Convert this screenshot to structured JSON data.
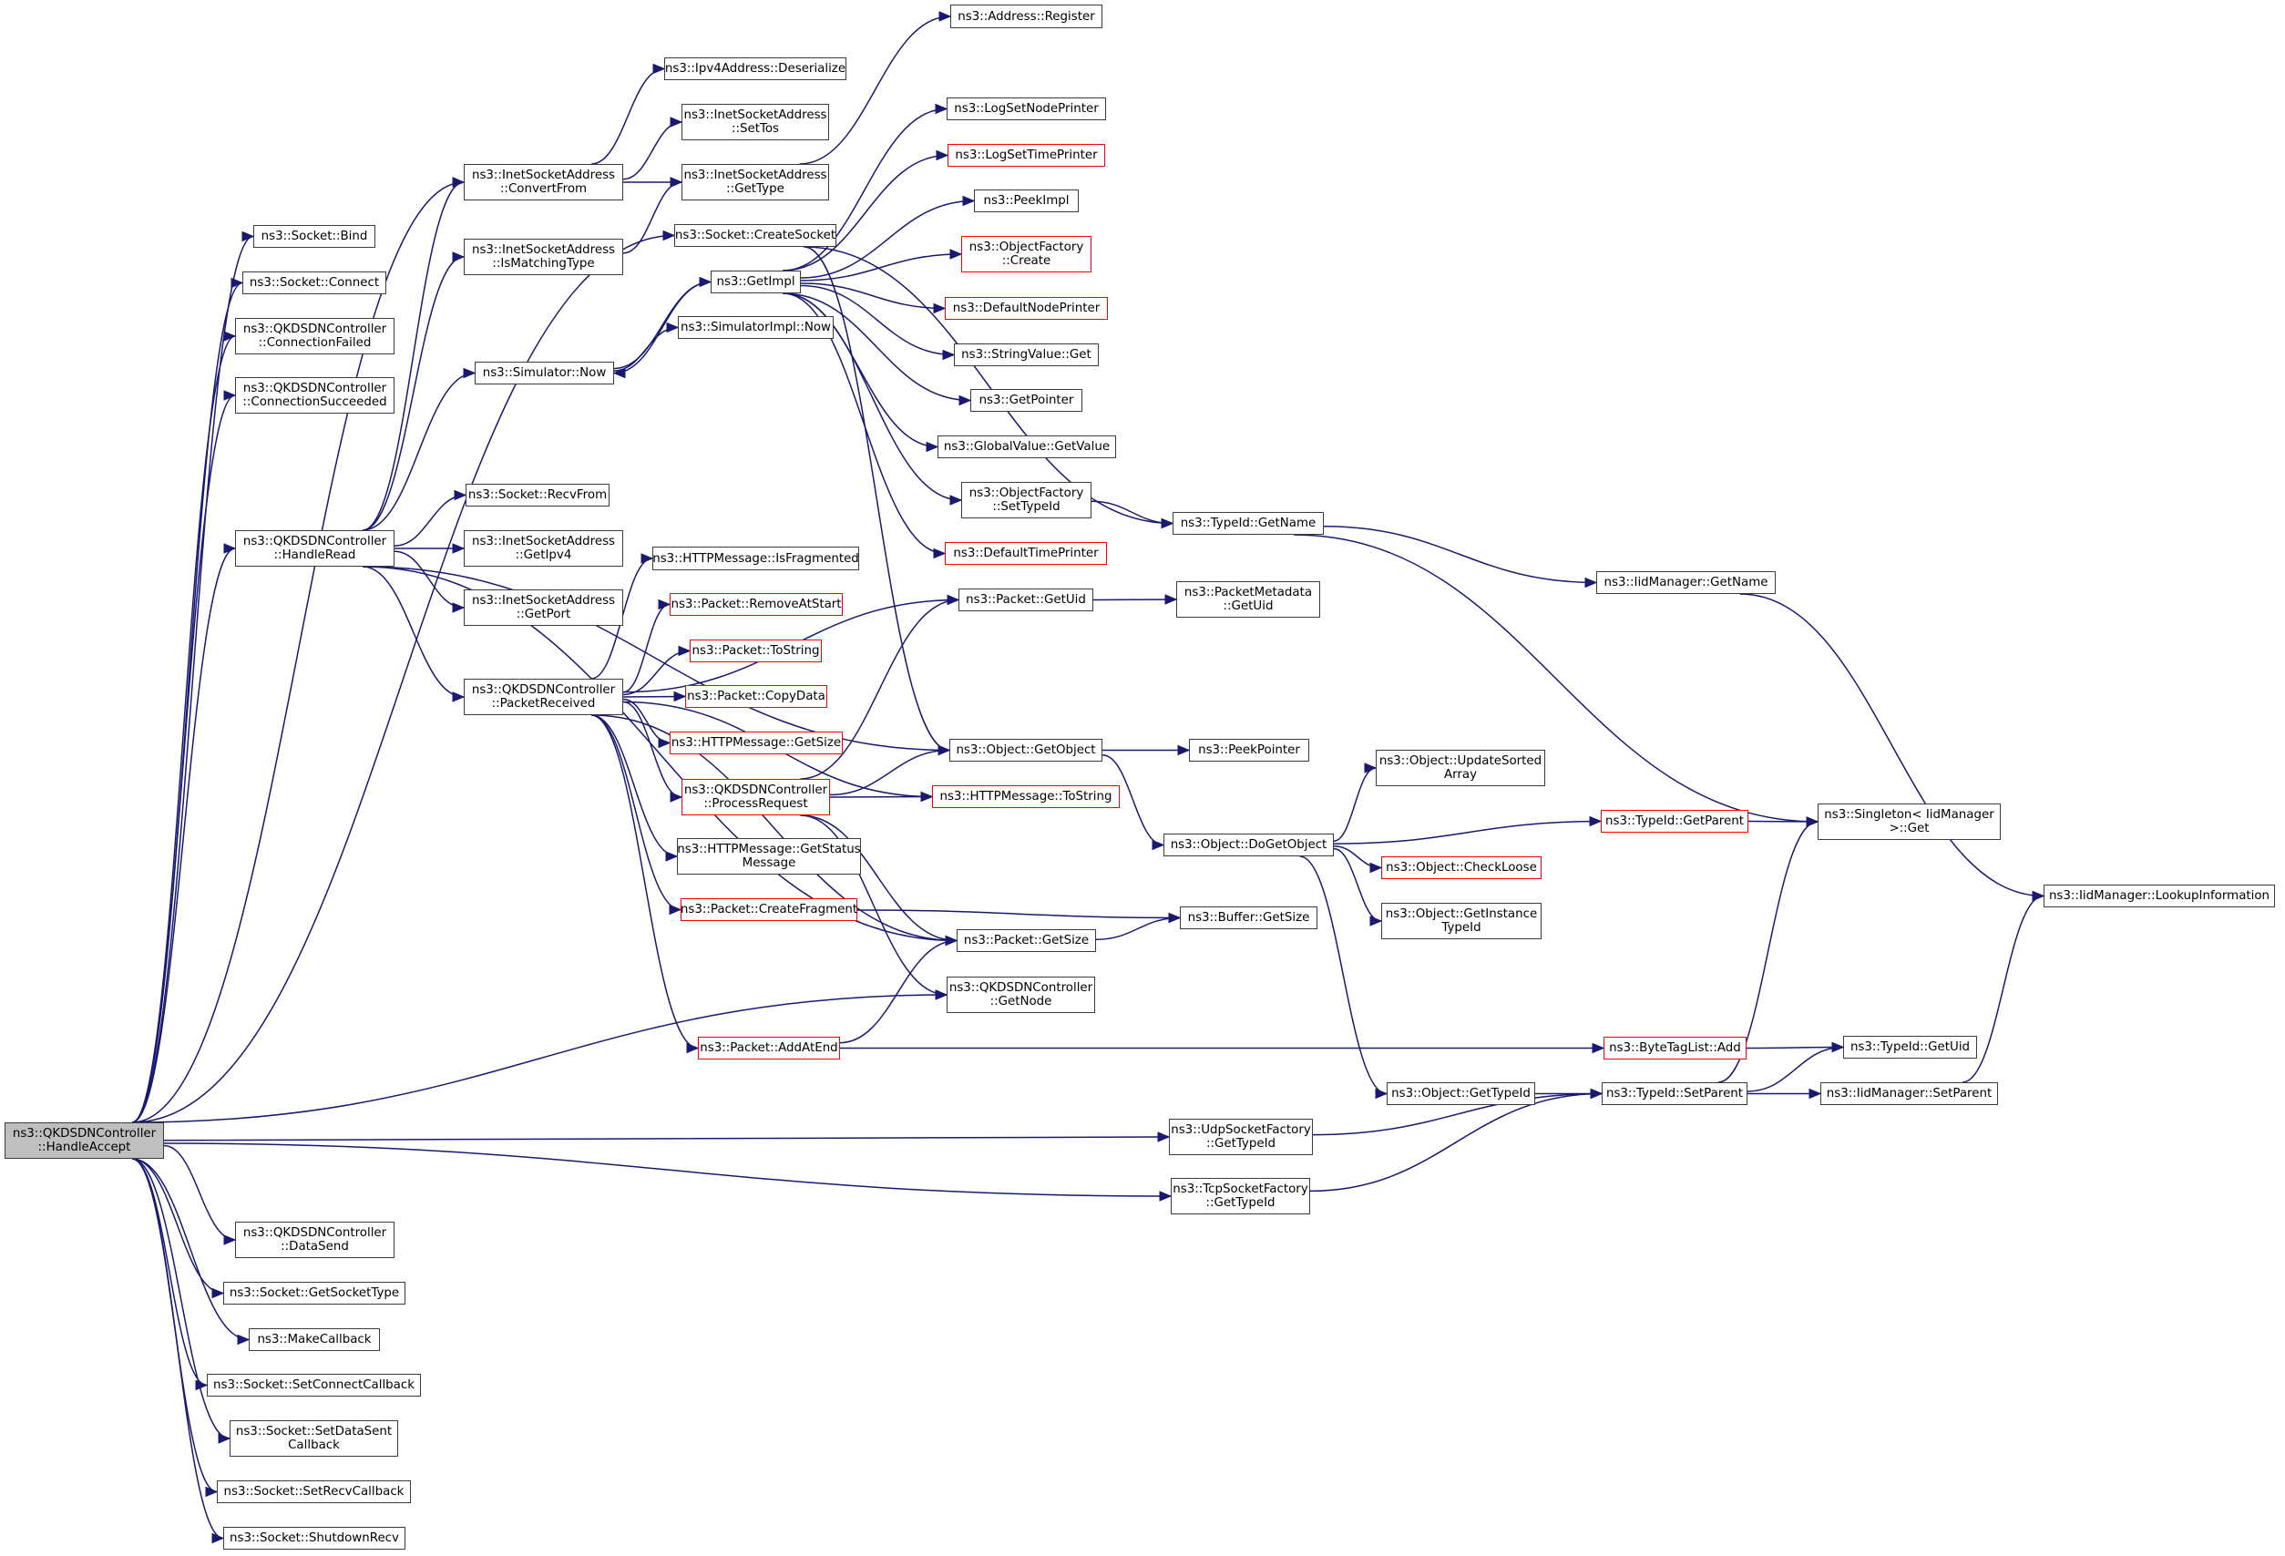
{
  "title": "Call graph of ns3::QKDSDNController::HandleAccept",
  "colors": {
    "edge": "#191970",
    "root_fill": "#bfbfbf",
    "node_border": "#3c3c3c",
    "undocumented_border": "#ff0000"
  },
  "nodes": [
    {
      "id": "handleaccept",
      "lines": [
        "ns3::QKDSDNController",
        "::HandleAccept"
      ],
      "kind": "root"
    },
    {
      "id": "bind",
      "lines": [
        "ns3::Socket::Bind"
      ]
    },
    {
      "id": "connect",
      "lines": [
        "ns3::Socket::Connect"
      ]
    },
    {
      "id": "connfailed",
      "lines": [
        "ns3::QKDSDNController",
        "::ConnectionFailed"
      ]
    },
    {
      "id": "connsucceeded",
      "lines": [
        "ns3::QKDSDNController",
        "::ConnectionSucceeded"
      ]
    },
    {
      "id": "handleread",
      "lines": [
        "ns3::QKDSDNController",
        "::HandleRead"
      ]
    },
    {
      "id": "convertfrom",
      "lines": [
        "ns3::InetSocketAddress",
        "::ConvertFrom"
      ]
    },
    {
      "id": "ismatchingtype",
      "lines": [
        "ns3::InetSocketAddress",
        "::IsMatchingType"
      ]
    },
    {
      "id": "simnow",
      "lines": [
        "ns3::Simulator::Now"
      ]
    },
    {
      "id": "recvfrom",
      "lines": [
        "ns3::Socket::RecvFrom"
      ]
    },
    {
      "id": "getipv4",
      "lines": [
        "ns3::InetSocketAddress",
        "::GetIpv4"
      ]
    },
    {
      "id": "getport",
      "lines": [
        "ns3::InetSocketAddress",
        "::GetPort"
      ]
    },
    {
      "id": "packetreceived",
      "lines": [
        "ns3::QKDSDNController",
        "::PacketReceived"
      ]
    },
    {
      "id": "deserialize",
      "lines": [
        "ns3::Ipv4Address::Deserialize"
      ]
    },
    {
      "id": "settos",
      "lines": [
        "ns3::InetSocketAddress",
        "::SetTos"
      ]
    },
    {
      "id": "gettype",
      "lines": [
        "ns3::InetSocketAddress",
        "::GetType"
      ]
    },
    {
      "id": "createsocket",
      "lines": [
        "ns3::Socket::CreateSocket"
      ]
    },
    {
      "id": "getimpl",
      "lines": [
        "ns3::GetImpl"
      ]
    },
    {
      "id": "simimplnow",
      "lines": [
        "ns3::SimulatorImpl::Now"
      ]
    },
    {
      "id": "isfragmented",
      "lines": [
        "ns3::HTTPMessage::IsFragmented"
      ]
    },
    {
      "id": "removeatstart",
      "lines": [
        "ns3::Packet::RemoveAtStart"
      ],
      "kind": "undoc"
    },
    {
      "id": "pkttostring",
      "lines": [
        "ns3::Packet::ToString"
      ],
      "kind": "undoc"
    },
    {
      "id": "copydata",
      "lines": [
        "ns3::Packet::CopyData"
      ],
      "kind": "undoc"
    },
    {
      "id": "httpgetsize",
      "lines": [
        "ns3::HTTPMessage::GetSize"
      ],
      "kind": "undoc"
    },
    {
      "id": "processrequest",
      "lines": [
        "ns3::QKDSDNController",
        "::ProcessRequest"
      ],
      "kind": "undoc"
    },
    {
      "id": "getstatusmessage",
      "lines": [
        "ns3::HTTPMessage::GetStatus",
        "Message"
      ]
    },
    {
      "id": "createfragment",
      "lines": [
        "ns3::Packet::CreateFragment"
      ],
      "kind": "undoc"
    },
    {
      "id": "addatend",
      "lines": [
        "ns3::Packet::AddAtEnd"
      ],
      "kind": "undoc"
    },
    {
      "id": "addrregister",
      "lines": [
        "ns3::Address::Register"
      ]
    },
    {
      "id": "logsetnodeprinter",
      "lines": [
        "ns3::LogSetNodePrinter"
      ]
    },
    {
      "id": "logsettimeprinter",
      "lines": [
        "ns3::LogSetTimePrinter"
      ],
      "kind": "undoc"
    },
    {
      "id": "peekimpl",
      "lines": [
        "ns3::PeekImpl"
      ]
    },
    {
      "id": "ofcreate",
      "lines": [
        "ns3::ObjectFactory",
        "::Create"
      ],
      "kind": "undoc"
    },
    {
      "id": "defaultnodeprinter",
      "lines": [
        "ns3::DefaultNodePrinter"
      ],
      "kind": "undoc"
    },
    {
      "id": "stringvalueget",
      "lines": [
        "ns3::StringValue::Get"
      ]
    },
    {
      "id": "getpointer",
      "lines": [
        "ns3::GetPointer"
      ]
    },
    {
      "id": "globalvalue",
      "lines": [
        "ns3::GlobalValue::GetValue"
      ]
    },
    {
      "id": "ofsettypeid",
      "lines": [
        "ns3::ObjectFactory",
        "::SetTypeId"
      ]
    },
    {
      "id": "defaulttimeprinter",
      "lines": [
        "ns3::DefaultTimePrinter"
      ],
      "kind": "undoc"
    },
    {
      "id": "pktgetuid",
      "lines": [
        "ns3::Packet::GetUid"
      ]
    },
    {
      "id": "getobject",
      "lines": [
        "ns3::Object::GetObject"
      ]
    },
    {
      "id": "httptostring",
      "lines": [
        "ns3::HTTPMessage::ToString"
      ],
      "kind": "undoc"
    },
    {
      "id": "pktgetsize",
      "lines": [
        "ns3::Packet::GetSize"
      ]
    },
    {
      "id": "getnode",
      "lines": [
        "ns3::QKDSDNController",
        "::GetNode"
      ]
    },
    {
      "id": "typeidgetname",
      "lines": [
        "ns3::TypeId::GetName"
      ]
    },
    {
      "id": "pmgetuid",
      "lines": [
        "ns3::PacketMetadata",
        "::GetUid"
      ]
    },
    {
      "id": "peekpointer",
      "lines": [
        "ns3::PeekPointer"
      ]
    },
    {
      "id": "dogetobject",
      "lines": [
        "ns3::Object::DoGetObject"
      ]
    },
    {
      "id": "buffergetsize",
      "lines": [
        "ns3::Buffer::GetSize"
      ]
    },
    {
      "id": "updatesorted",
      "lines": [
        "ns3::Object::UpdateSorted",
        "Array"
      ]
    },
    {
      "id": "checkloose",
      "lines": [
        "ns3::Object::CheckLoose"
      ],
      "kind": "undoc"
    },
    {
      "id": "getinstancetypeid",
      "lines": [
        "ns3::Object::GetInstance",
        "TypeId"
      ]
    },
    {
      "id": "objgettypeid",
      "lines": [
        "ns3::Object::GetTypeId"
      ]
    },
    {
      "id": "iidgetname",
      "lines": [
        "ns3::IidManager::GetName"
      ]
    },
    {
      "id": "getparent",
      "lines": [
        "ns3::TypeId::GetParent"
      ],
      "kind": "undoc"
    },
    {
      "id": "bytetagadd",
      "lines": [
        "ns3::ByteTagList::Add"
      ],
      "kind": "undoc"
    },
    {
      "id": "setparent",
      "lines": [
        "ns3::TypeId::SetParent"
      ]
    },
    {
      "id": "udpgettypeid",
      "lines": [
        "ns3::UdpSocketFactory",
        "::GetTypeId"
      ]
    },
    {
      "id": "tcpgettypeid",
      "lines": [
        "ns3::TcpSocketFactory",
        "::GetTypeId"
      ]
    },
    {
      "id": "singletonget",
      "lines": [
        "ns3::Singleton< IidManager",
        ">::Get"
      ]
    },
    {
      "id": "lookupinfo",
      "lines": [
        "ns3::IidManager::LookupInformation"
      ]
    },
    {
      "id": "typeidgetuid",
      "lines": [
        "ns3::TypeId::GetUid"
      ]
    },
    {
      "id": "iidsetparent",
      "lines": [
        "ns3::IidManager::SetParent"
      ]
    },
    {
      "id": "datasend",
      "lines": [
        "ns3::QKDSDNController",
        "::DataSend"
      ]
    },
    {
      "id": "getsockettype",
      "lines": [
        "ns3::Socket::GetSocketType"
      ]
    },
    {
      "id": "makecallback",
      "lines": [
        "ns3::MakeCallback"
      ]
    },
    {
      "id": "setconnectcb",
      "lines": [
        "ns3::Socket::SetConnectCallback"
      ]
    },
    {
      "id": "setdatasentcb",
      "lines": [
        "ns3::Socket::SetDataSent",
        "Callback"
      ]
    },
    {
      "id": "setrecvcb",
      "lines": [
        "ns3::Socket::SetRecvCallback"
      ]
    },
    {
      "id": "shutdownrecv",
      "lines": [
        "ns3::Socket::ShutdownRecv"
      ]
    }
  ],
  "edges": [
    [
      "handleaccept",
      "bind"
    ],
    [
      "handleaccept",
      "connect"
    ],
    [
      "handleaccept",
      "connfailed"
    ],
    [
      "handleaccept",
      "connsucceeded"
    ],
    [
      "handleaccept",
      "handleread"
    ],
    [
      "handleaccept",
      "convertfrom"
    ],
    [
      "handleaccept",
      "createsocket"
    ],
    [
      "handleaccept",
      "getnode"
    ],
    [
      "handleaccept",
      "udpgettypeid"
    ],
    [
      "handleaccept",
      "tcpgettypeid"
    ],
    [
      "handleaccept",
      "datasend"
    ],
    [
      "handleaccept",
      "getsockettype"
    ],
    [
      "handleaccept",
      "makecallback"
    ],
    [
      "handleaccept",
      "setconnectcb"
    ],
    [
      "handleaccept",
      "setdatasentcb"
    ],
    [
      "handleaccept",
      "setrecvcb"
    ],
    [
      "handleaccept",
      "shutdownrecv"
    ],
    [
      "handleread",
      "convertfrom"
    ],
    [
      "handleread",
      "ismatchingtype"
    ],
    [
      "handleread",
      "simnow"
    ],
    [
      "handleread",
      "recvfrom"
    ],
    [
      "handleread",
      "getipv4"
    ],
    [
      "handleread",
      "getport"
    ],
    [
      "handleread",
      "packetreceived"
    ],
    [
      "handleread",
      "pktgetsize"
    ],
    [
      "handleread",
      "getobject"
    ],
    [
      "convertfrom",
      "deserialize"
    ],
    [
      "convertfrom",
      "settos"
    ],
    [
      "convertfrom",
      "gettype"
    ],
    [
      "ismatchingtype",
      "gettype"
    ],
    [
      "gettype",
      "addrregister"
    ],
    [
      "createsocket",
      "typeidgetname"
    ],
    [
      "createsocket",
      "getobject"
    ],
    [
      "simnow",
      "getimpl"
    ],
    [
      "simnow",
      "simimplnow"
    ],
    [
      "getimpl",
      "logsetnodeprinter"
    ],
    [
      "getimpl",
      "logsettimeprinter"
    ],
    [
      "getimpl",
      "peekimpl"
    ],
    [
      "getimpl",
      "ofcreate"
    ],
    [
      "getimpl",
      "defaultnodeprinter"
    ],
    [
      "getimpl",
      "stringvalueget"
    ],
    [
      "getimpl",
      "getpointer"
    ],
    [
      "getimpl",
      "globalvalue"
    ],
    [
      "getimpl",
      "ofsettypeid"
    ],
    [
      "getimpl",
      "defaulttimeprinter"
    ],
    [
      "getimpl",
      "simnow"
    ],
    [
      "packetreceived",
      "isfragmented"
    ],
    [
      "packetreceived",
      "removeatstart"
    ],
    [
      "packetreceived",
      "pkttostring"
    ],
    [
      "packetreceived",
      "copydata"
    ],
    [
      "packetreceived",
      "httpgetsize"
    ],
    [
      "packetreceived",
      "processrequest"
    ],
    [
      "packetreceived",
      "getstatusmessage"
    ],
    [
      "packetreceived",
      "createfragment"
    ],
    [
      "packetreceived",
      "addatend"
    ],
    [
      "packetreceived",
      "pktgetsize"
    ],
    [
      "packetreceived",
      "pktgetuid"
    ],
    [
      "packetreceived",
      "httptostring"
    ],
    [
      "processrequest",
      "getobject"
    ],
    [
      "processrequest",
      "httptostring"
    ],
    [
      "processrequest",
      "pktgetsize"
    ],
    [
      "processrequest",
      "getnode"
    ],
    [
      "processrequest",
      "pktgetuid"
    ],
    [
      "createfragment",
      "buffergetsize"
    ],
    [
      "addatend",
      "pktgetsize"
    ],
    [
      "addatend",
      "bytetagadd"
    ],
    [
      "pktgetsize",
      "buffergetsize"
    ],
    [
      "pktgetuid",
      "pmgetuid"
    ],
    [
      "ofsettypeid",
      "typeidgetname"
    ],
    [
      "typeidgetname",
      "iidgetname"
    ],
    [
      "typeidgetname",
      "singletonget"
    ],
    [
      "iidgetname",
      "lookupinfo"
    ],
    [
      "getobject",
      "peekpointer"
    ],
    [
      "getobject",
      "dogetobject"
    ],
    [
      "dogetobject",
      "updatesorted"
    ],
    [
      "dogetobject",
      "getparent"
    ],
    [
      "dogetobject",
      "checkloose"
    ],
    [
      "dogetobject",
      "getinstancetypeid"
    ],
    [
      "dogetobject",
      "objgettypeid"
    ],
    [
      "getparent",
      "singletonget"
    ],
    [
      "bytetagadd",
      "typeidgetuid"
    ],
    [
      "objgettypeid",
      "setparent"
    ],
    [
      "udpgettypeid",
      "setparent"
    ],
    [
      "tcpgettypeid",
      "setparent"
    ],
    [
      "setparent",
      "singletonget"
    ],
    [
      "setparent",
      "typeidgetuid"
    ],
    [
      "setparent",
      "iidsetparent"
    ],
    [
      "iidsetparent",
      "lookupinfo"
    ]
  ]
}
